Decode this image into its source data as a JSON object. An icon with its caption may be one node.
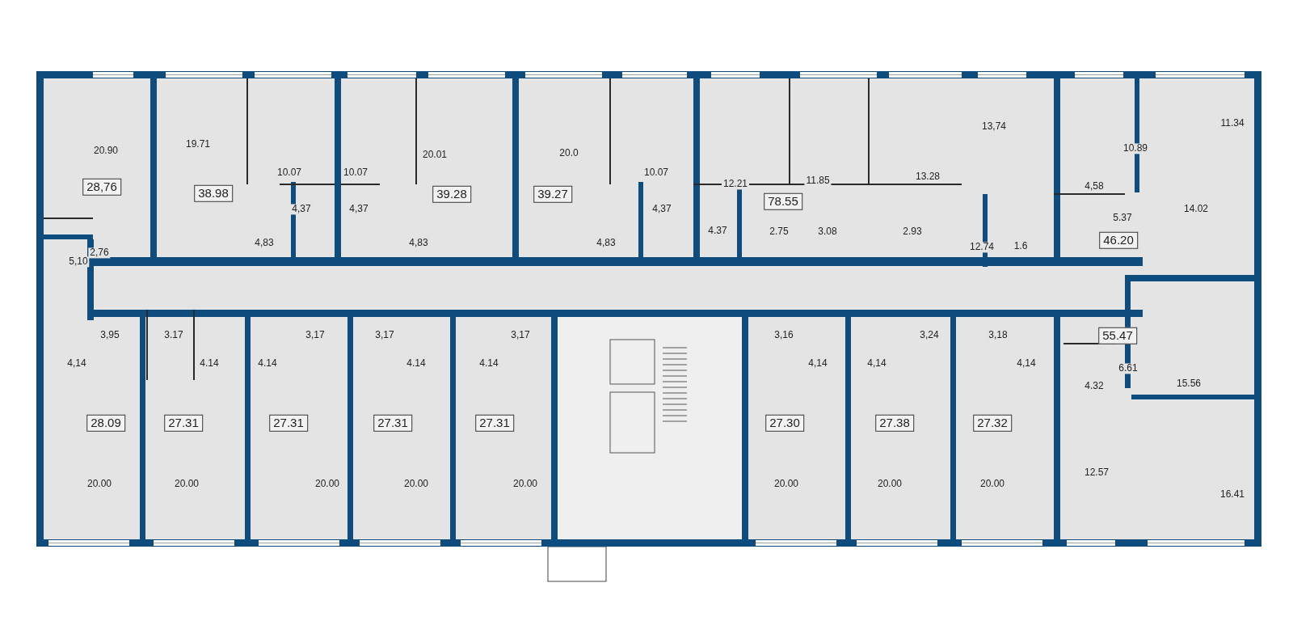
{
  "diagram": {
    "labels": [
      "20.90",
      "28,76",
      "19.71",
      "38.98",
      "10.07",
      "10.07",
      "20.01",
      "39.28",
      "20.0",
      "39.27",
      "10.07",
      "12.21",
      "11.85",
      "13.28",
      "13,74",
      "10.89",
      "11.34",
      "4,37",
      "4,37",
      "4,37",
      "4,58",
      "78.55",
      "14.02",
      "5.37",
      "5,10",
      "2,76",
      "4,83",
      "4,83",
      "4,83",
      "4.37",
      "2.75",
      "3.08",
      "2.93",
      "12.74",
      "1.6",
      "46.20",
      "3,95",
      "3.17",
      "3,17",
      "3,17",
      "3,17",
      "3,16",
      "3,24",
      "3,18",
      "55.47",
      "4,14",
      "4.14",
      "4.14",
      "4.14",
      "4.14",
      "4,14",
      "4,14",
      "4,14",
      "6.61",
      "4.32",
      "15.56",
      "28.09",
      "27.31",
      "27.31",
      "27.31",
      "27.31",
      "27.30",
      "27.38",
      "27.32",
      "12.57",
      "20.00",
      "20.00",
      "20.00",
      "20.00",
      "20.00",
      "20.00",
      "20.00",
      "20.00",
      "16.41"
    ]
  }
}
